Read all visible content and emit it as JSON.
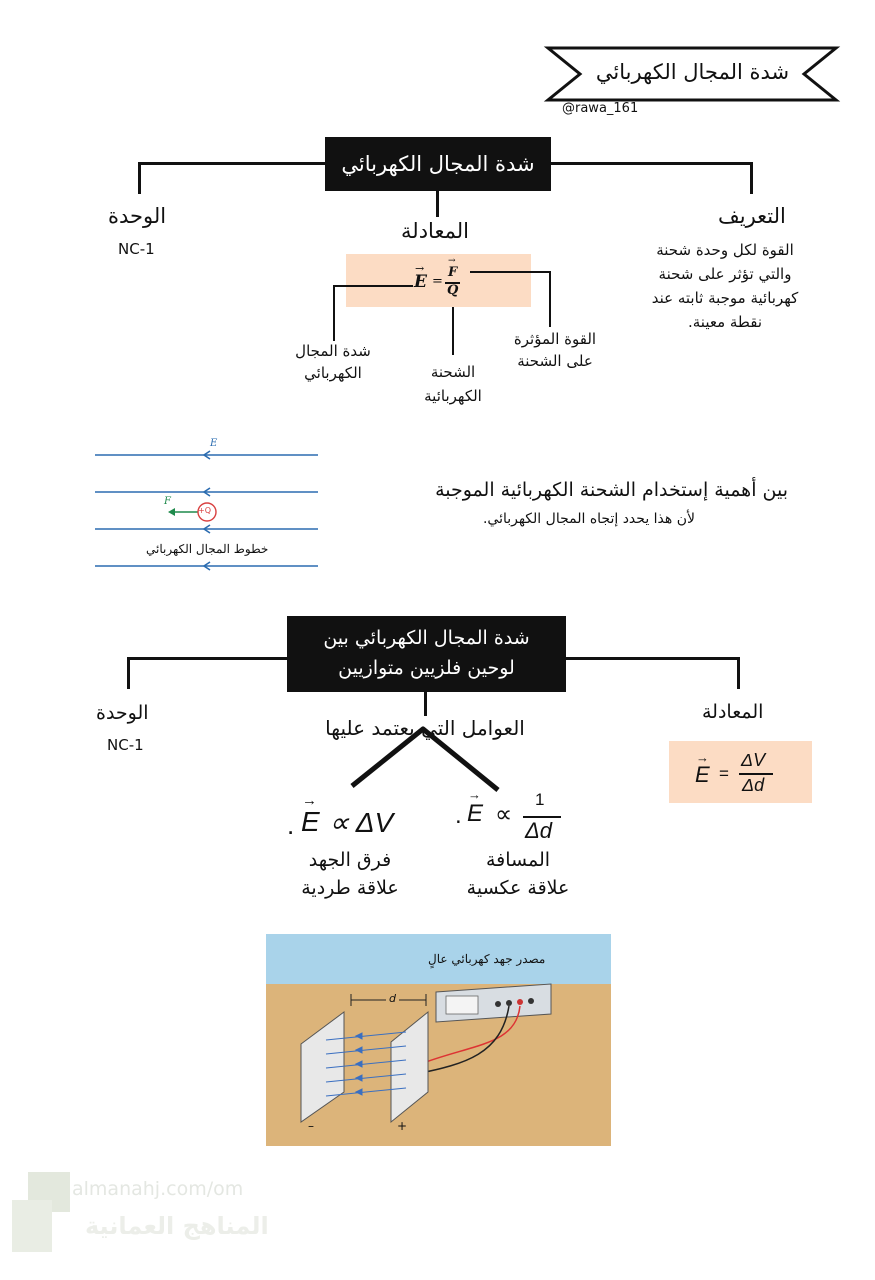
{
  "header": {
    "banner_title": "شدة المجال الكهربائي",
    "handle": "@rawa_161"
  },
  "section1": {
    "title": "شدة المجال الكهربائي",
    "unit_heading": "الوحدة",
    "unit_value": "NC-1",
    "equation_heading": "المعادلة",
    "definition_heading": "التعريف",
    "definition_lines": [
      "القوة لكل وحدة شحنة",
      "والتي تؤثر على شحنة",
      "كهربائية موجبة ثابته عند",
      "نقطة معينة."
    ],
    "equation": {
      "lhs": "E",
      "eq": "=",
      "num": "F",
      "den": "Q"
    },
    "labels": {
      "field_line1": "شدة المجال",
      "field_line2": "الكهربائي",
      "charge_line1": "الشحنة",
      "charge_line2": "الكهربائية",
      "force_line1": "القوة المؤثرة",
      "force_line2": "على الشحنة"
    }
  },
  "field_diagram": {
    "e_label": "E",
    "f_label": "F",
    "charge_label": "+Q",
    "caption": "خطوط المجال الكهربائي"
  },
  "importance": {
    "question": "بين أهمية إستخدام الشحنة الكهربائية الموجبة",
    "answer": "لأن هذا يحدد إتجاه المجال الكهربائي."
  },
  "section2": {
    "title_line1": "شدة المجال الكهربائي بين",
    "title_line2": "لوحين فلزيين متوازيين",
    "unit_heading": "الوحدة",
    "unit_value": "NC-1",
    "factors_heading": "العوامل التي يعتمد عليها",
    "equation_heading": "المعادلة",
    "equation": {
      "lhs": "E",
      "eq": "=",
      "num": "ΔV",
      "den": "Δd"
    },
    "factor_voltage": {
      "formula_prefix": ".",
      "formula_e": "E",
      "formula_rest": "∝ ΔV",
      "name": "فرق الجهد",
      "relation": "علاقة طردية"
    },
    "factor_distance": {
      "formula_prefix": ".",
      "formula_e": "E",
      "formula_prop": "∝",
      "num": "1",
      "den": "Δd",
      "name": "المسافة",
      "relation": "علاقة عكسية"
    }
  },
  "plates_image": {
    "source_label": "مصدر جهد كهربائي عالٍ",
    "distance_label": "d",
    "minus_label": "–",
    "plus_label": "+"
  },
  "watermark": {
    "url": "almanahj.com/om",
    "arabic": "المناهج العمانية"
  },
  "colors": {
    "peach": "#fcdcc4",
    "field_line_blue": "#2b6cb0",
    "sky": "#a9d3ea",
    "ground": "#dcb47a",
    "arrow_green": "#1f8a4c",
    "charge_red": "#d94040"
  }
}
